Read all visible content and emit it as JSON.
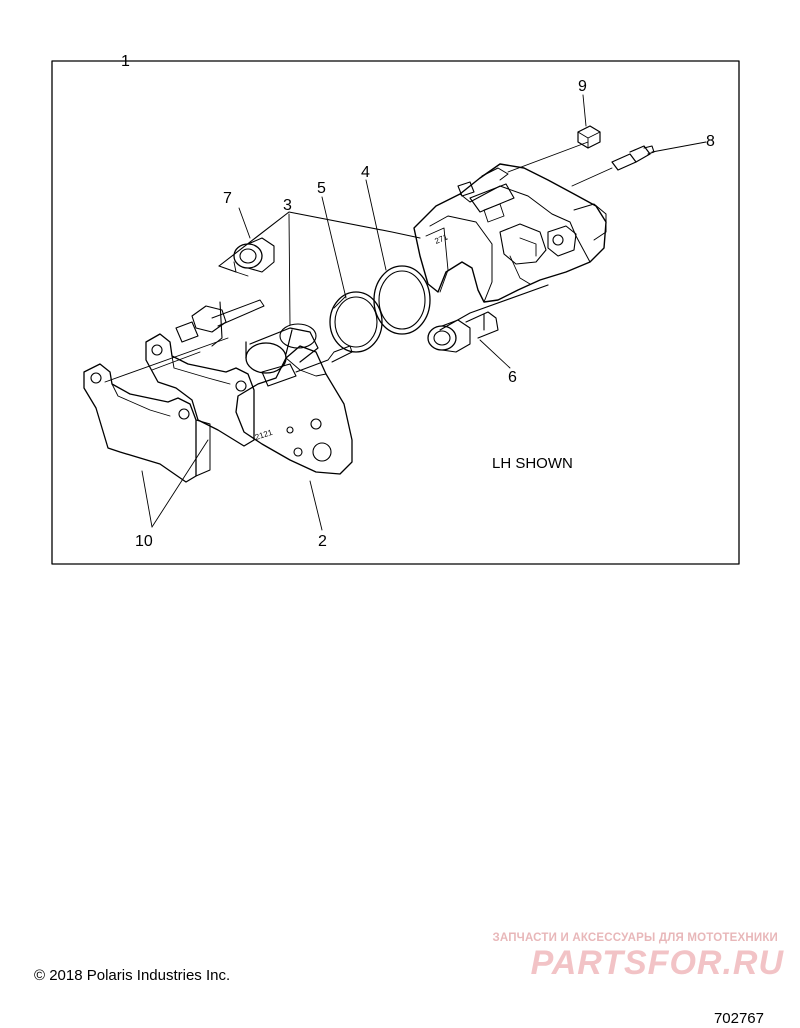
{
  "callouts": {
    "c1": "1",
    "c2": "2",
    "c3": "3",
    "c4": "4",
    "c5": "5",
    "c6": "6",
    "c7": "7",
    "c8": "8",
    "c9": "9",
    "c10": "10"
  },
  "note": "LH SHOWN",
  "footer": {
    "copyright": "© 2018 Polaris Industries Inc.",
    "drawing_number": "702767"
  },
  "part_marks": {
    "bracket_mark": "2121",
    "caliper_mark": "271"
  },
  "watermark": {
    "tagline": "ЗАПЧАСТИ И АКСЕССУАРЫ ДЛЯ МОТОТЕХНИКИ",
    "logo": "PARTSFOR.RU"
  },
  "colors": {
    "line": "#000000",
    "background": "#ffffff",
    "watermark": "#f2c3c6"
  }
}
